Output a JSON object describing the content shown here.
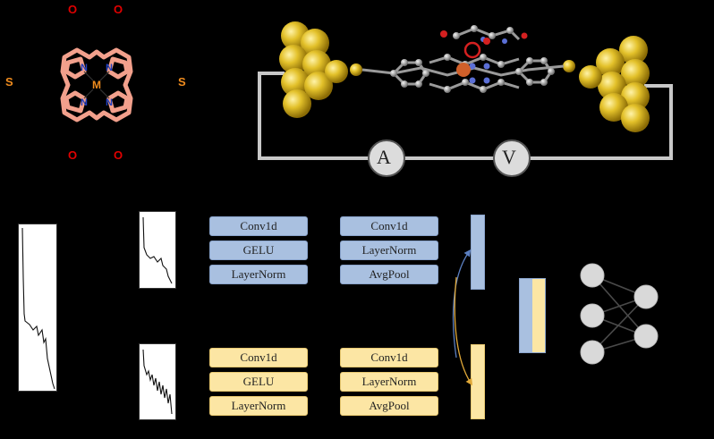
{
  "porphyrin": {
    "top_left_O": "O",
    "top_right_O": "O",
    "bottom_left_O": "O",
    "bottom_right_O": "O",
    "left_S": "S",
    "right_S": "S",
    "metal": "M",
    "nitrogen": "N"
  },
  "circuit": {
    "ammeter": "A",
    "voltmeter": "V"
  },
  "branch_blue": {
    "block1": [
      "Conv1d",
      "GELU",
      "LayerNorm"
    ],
    "block2": [
      "Conv1d",
      "LayerNorm",
      "AvgPool"
    ]
  },
  "branch_yellow": {
    "block1": [
      "Conv1d",
      "GELU",
      "LayerNorm"
    ],
    "block2": [
      "Conv1d",
      "LayerNorm",
      "AvgPool"
    ]
  },
  "colors": {
    "blue": "#a9c0e0",
    "yellow": "#fce6a4",
    "gold": "#d8b41c",
    "porphyrin": "#f2a08c"
  }
}
